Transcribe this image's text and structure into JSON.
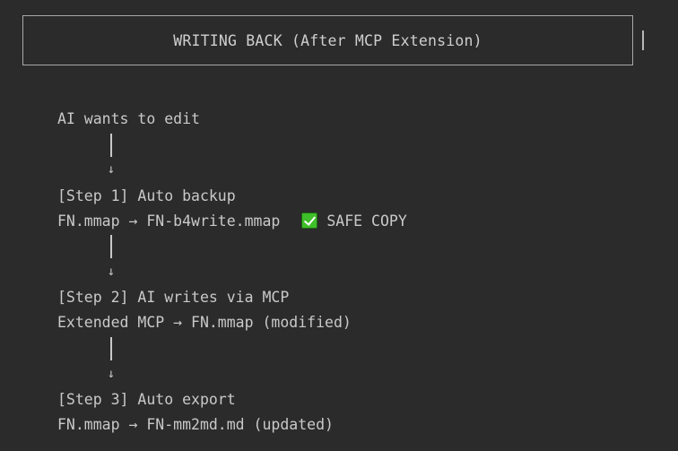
{
  "header": {
    "title": "WRITING BACK (After MCP Extension)"
  },
  "flow": {
    "start": "AI wants to edit",
    "arrow": "↓",
    "step1": {
      "title": "[Step 1] Auto backup",
      "detail": "FN.mmap → FN-b4write.mmap",
      "badge": "SAFE COPY"
    },
    "step2": {
      "title": "[Step 2] AI writes via MCP",
      "detail": "Extended MCP → FN.mmap (modified)"
    },
    "step3": {
      "title": "[Step 3] Auto export",
      "detail": "FN.mmap → FN-mm2md.md (updated)"
    }
  },
  "colors": {
    "background": "#2b2b2b",
    "text": "#c9c9c9",
    "check": "#3fbf2a"
  }
}
